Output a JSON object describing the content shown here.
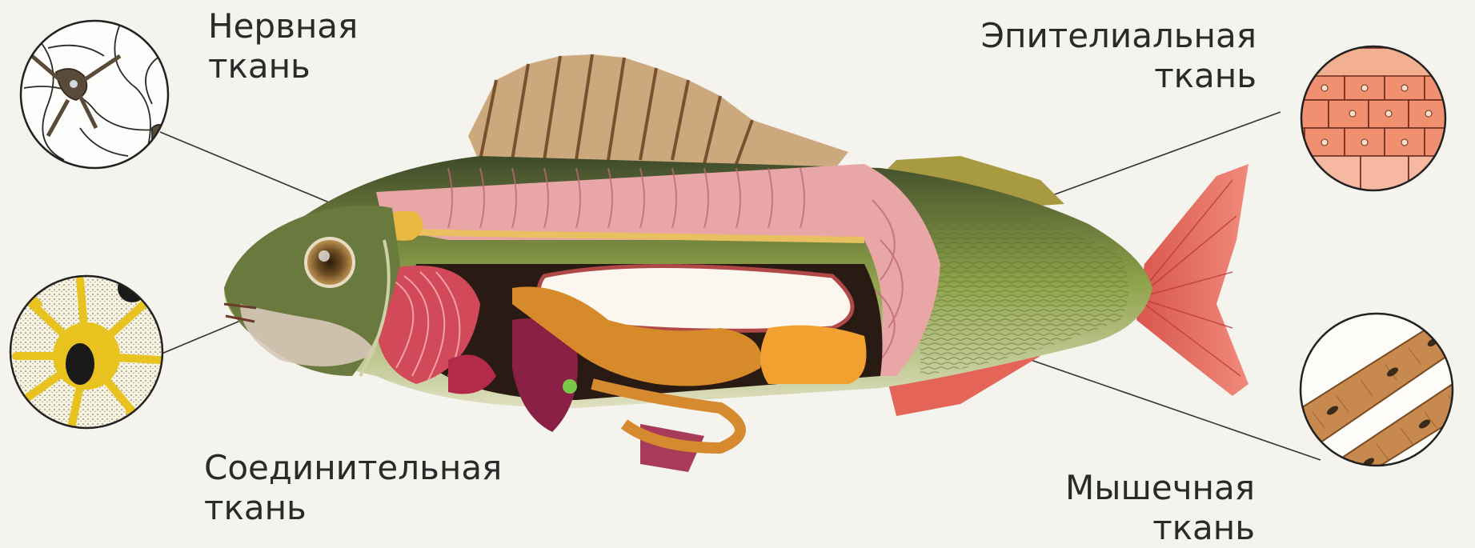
{
  "labels": {
    "nervous": {
      "line1": "Нервная",
      "line2": "ткань"
    },
    "epithelial": {
      "line1": "Эпителиальная",
      "line2": "ткань"
    },
    "connective": {
      "line1": "Соединительная",
      "line2": "ткань"
    },
    "muscle": {
      "line1": "Мышечная",
      "line2": "ткань"
    }
  },
  "colors": {
    "background": "#f4f3ee",
    "fish_back": "#6b7a3a",
    "muscle_pink": "#e8a6a6",
    "gills_red": "#d24a5a",
    "organs_orange": "#d78a2a",
    "fins_red": "#e65a52",
    "connective_yellow": "#e8c21e",
    "epithelial_salmon": "#f09070",
    "muscle_fiber_brown": "#c7894e"
  }
}
